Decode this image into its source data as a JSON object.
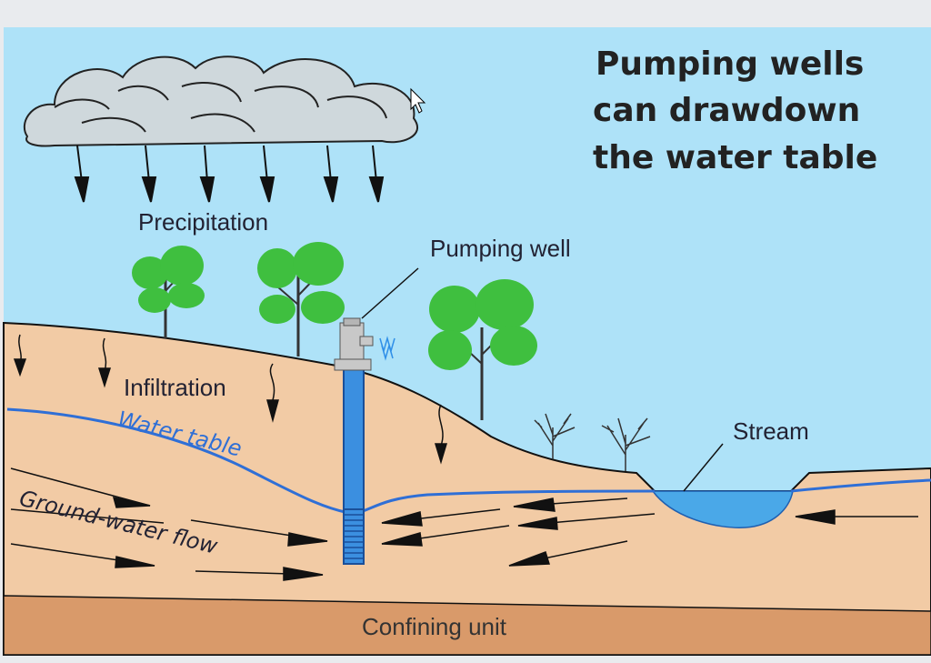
{
  "title_lines": [
    "Pumping wells",
    "can drawdown",
    "the water table"
  ],
  "labels": {
    "precipitation": "Precipitation",
    "pumping_well": "Pumping well",
    "infiltration": "Infiltration",
    "water_table": "Water table",
    "stream": "Stream",
    "groundwater_flow": "Ground-water flow",
    "confining_unit": "Confining unit"
  },
  "colors": {
    "sky": "#aee2f8",
    "ground": "#f2cba5",
    "confining": "#d99a6a",
    "water_table_line": "#2f6fd6",
    "stream_water": "#4aa8e8",
    "tree": "#3fbf3f",
    "cloud": "#cfd8dc",
    "title_text": "#222222",
    "label_text": "#222233",
    "water_table_text": "#2f6fd6"
  },
  "icons": [
    "cloud-icon",
    "rain-arrow-icon",
    "tree-icon",
    "bare-shrub-icon",
    "well-pump-icon",
    "flow-arrow-icon",
    "mouse-cursor-icon"
  ]
}
